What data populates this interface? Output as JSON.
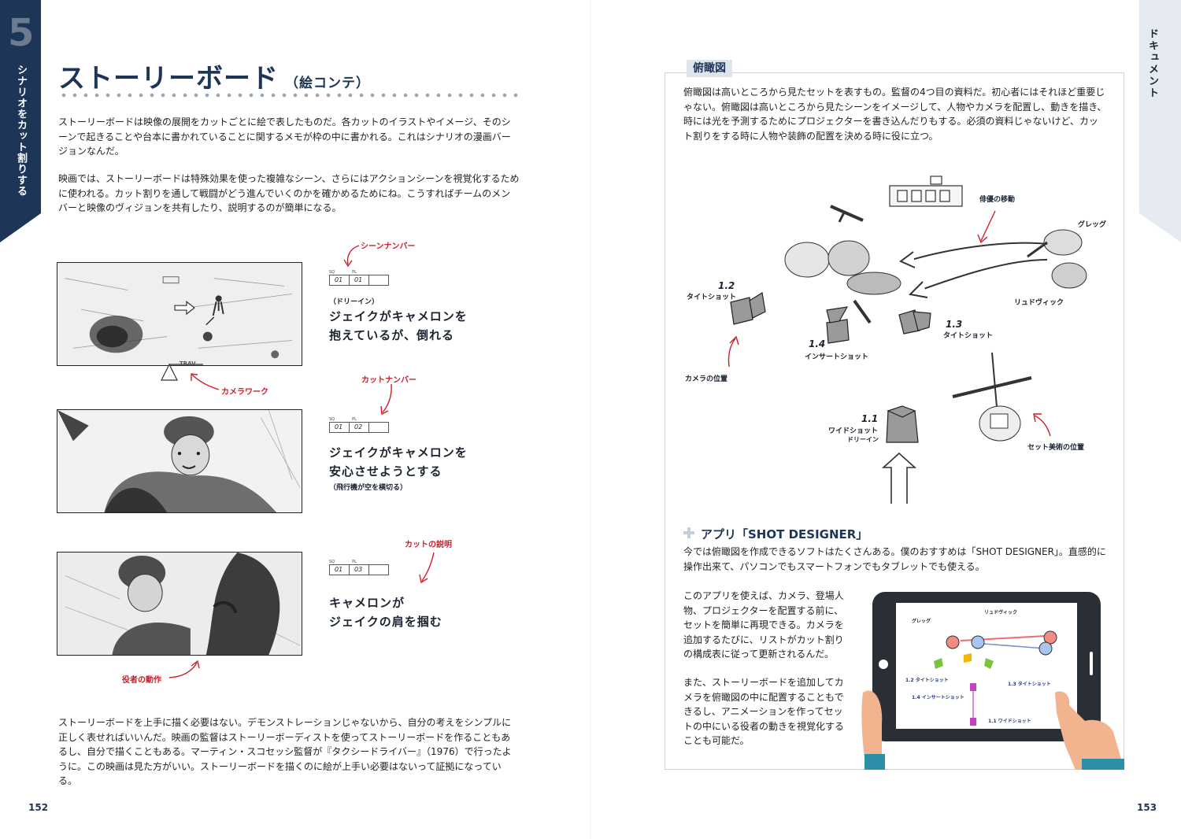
{
  "left_page": {
    "chapter_number": "5",
    "chapter_title": "シナリオをカット割りする",
    "title": "ストーリーボード",
    "subtitle": "（絵コンテ）",
    "paragraphs": [
      "ストーリーボードは映像の展開をカットごとに絵で表したものだ。各カットのイラストやイメージ、そのシーンで起きることや台本に書かれていることに関するメモが枠の中に書かれる。これはシナリオの漫画バージョンなんだ。",
      "映画では、ストーリーボードは特殊効果を使った複雑なシーン、さらにはアクションシーンを視覚化するために使われる。カット割りを通して戦闘がどう進んでいくのかを確かめるためにね。こうすればチームのメンバーと映像のヴィジョンを共有したり、説明するのが簡単になる。"
    ],
    "bottom_paragraph": "ストーリーボードを上手に描く必要はない。デモンストレーションじゃないから、自分の考えをシンプルに正しく表せればいいんだ。映画の監督はストーリーボーディストを使ってストーリーボードを作ることもあるし、自分で描くこともある。マーティン・スコセッシ監督が『タクシードライバー』（1976）で行ったように。この映画は見た方がいい。ストーリーボードを描くのに絵が上手い必要はないって証拠になっている。",
    "page_number": "152",
    "annotations": {
      "scene_number": "シーンナンバー",
      "camera_work": "カメラワーク",
      "cut_number": "カットナンバー",
      "cut_description": "カットの説明",
      "actor_action": "役者の動作"
    },
    "box_labels": {
      "sq": "SQ",
      "pl": "PL"
    },
    "panels": [
      {
        "sq": "01",
        "pl": "01",
        "camera_note": "TRAV",
        "pre_note": "（ドリーイン）",
        "lines": [
          "ジェイクがキャメロンを",
          "抱えているが、倒れる"
        ],
        "post_note": ""
      },
      {
        "sq": "01",
        "pl": "02",
        "camera_note": "",
        "pre_note": "",
        "lines": [
          "ジェイクがキャメロンを",
          "安心させようとする"
        ],
        "post_note": "（飛行機が空を横切る）"
      },
      {
        "sq": "01",
        "pl": "03",
        "camera_note": "",
        "pre_note": "",
        "lines": [
          "キャメロンが",
          "ジェイクの肩を掴む"
        ],
        "post_note": ""
      }
    ]
  },
  "right_page": {
    "side_tab": "ドキュメント",
    "section_tag": "俯瞰図",
    "intro": "俯瞰図は高いところから見たセットを表すもの。監督の4つ目の資料だ。初心者にはそれほど重要じゃない。俯瞰図は高いところから見たシーンをイメージして、人物やカメラを配置し、動きを描き、時には光を予測するためにプロジェクターを書き込んだりもする。必須の資料じゃないけど、カット割りをする時に人物や装飾の配置を決める時に役に立つ。",
    "diagram": {
      "actor_movement": "俳優の移動",
      "greg": "グレッグ",
      "ludovic": "リュドヴィック",
      "camera_position": "カメラの位置",
      "set_position": "セット美術の位置",
      "shots": [
        {
          "num": "1.2",
          "label": "タイトショット",
          "sub": ""
        },
        {
          "num": "1.3",
          "label": "タイトショット",
          "sub": ""
        },
        {
          "num": "1.4",
          "label": "インサートショット",
          "sub": ""
        },
        {
          "num": "1.1",
          "label": "ワイドショット",
          "sub": "ドリーイン"
        }
      ]
    },
    "app_title": "アプリ「SHOT DESIGNER」",
    "app_intro": "今では俯瞰図を作成できるソフトはたくさんある。僕のおすすめは「SHOT DESIGNER」。直感的に操作出来て、パソコンでもスマートフォンでもタブレットでも使える。",
    "app_para1": "このアプリを使えば、カメラ、登場人物、プロジェクターを配置する前に、セットを簡単に再現できる。カメラを追加するたびに、リストがカット割りの構成表に従って更新されるんだ。",
    "app_para2": "また、ストーリーボードを追加してカメラを俯瞰図の中に配置することもできるし、アニメーションを作ってセットの中にいる役者の動きを視覚化することも可能だ。",
    "tablet_labels": {
      "ludovic": "リュドヴィック",
      "greg": "グレッグ",
      "s12": "1.2 タイトショット",
      "s13": "1.3 タイトショット",
      "s14": "1.4 インサートショット",
      "s11": "1.1 ワイドショット"
    },
    "page_number": "153"
  }
}
